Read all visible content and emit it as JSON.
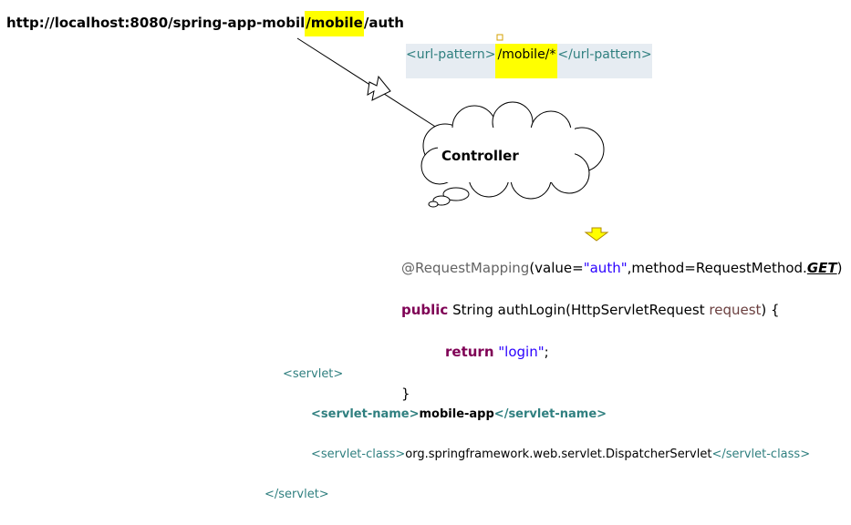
{
  "url": {
    "prefix": "http://localhost:8080/spring-app-mobil",
    "highlight": "/mobile",
    "suffix": "/auth"
  },
  "url_pattern": {
    "open_tag": "<url-pattern>",
    "value": "/mobile/*",
    "close_tag": "</url-pattern>"
  },
  "controller": {
    "label": "Controller"
  },
  "mapping": {
    "annotation": "@RequestMapping",
    "args_prefix": "(value=",
    "value": "\"auth\"",
    "args_mid": ",method=RequestMethod.",
    "method": "GET",
    "args_end": ")",
    "keyword_public": "public",
    "signature": " String authLogin(HttpServletRequest ",
    "param": "request",
    "sig_end": ") {",
    "keyword_return": "return",
    "return_value": "\"login\"",
    "semicolon": ";",
    "close": "}"
  },
  "servlet": {
    "open": "<servlet>",
    "name_open": "<servlet-name>",
    "name_value": "mobile-app",
    "name_close": "</servlet-name>",
    "class_open": "<servlet-class>",
    "class_value": "org.springframework.web.servlet.DispatcherServlet",
    "class_close": "</servlet-class>",
    "close": "</servlet>"
  },
  "colors": {
    "highlight": "#ffff00",
    "xml_tag": "#2f7f7f",
    "keyword": "#7f0055",
    "string": "#2a00ff"
  }
}
